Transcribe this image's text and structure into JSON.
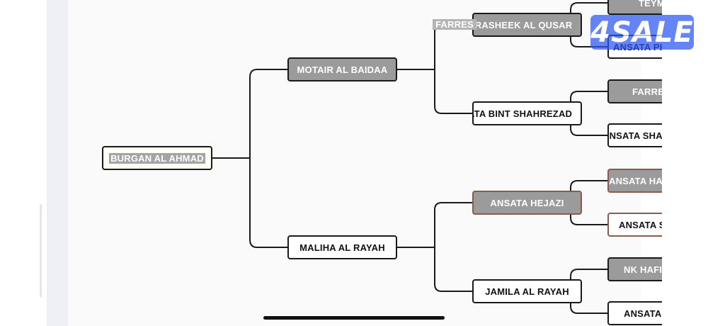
{
  "pedigree": {
    "subject": "BURGAN AL AHMAD",
    "sire": "MOTAIR AL BAIDAA",
    "dam": "MALIHA AL RAYAH",
    "sire_sire": "FARRES RASHEEK AL QUSAR",
    "sire_sire_overlay": "FARRES",
    "sire_dam": "ANSATA BINT SHAHREZAD",
    "dam_sire": "ANSATA HEJAZI",
    "dam_dam": "JAMILA AL RAYAH",
    "g4": [
      "TEYM",
      "ANSATA PH",
      "FARRE",
      "ANSATA SHA",
      "ANSATA HA",
      "ANSATA S",
      "NK HAFI",
      "ANSATA"
    ]
  },
  "watermark": {
    "logo_text": "4SALE",
    "color": "#2b57f5"
  }
}
